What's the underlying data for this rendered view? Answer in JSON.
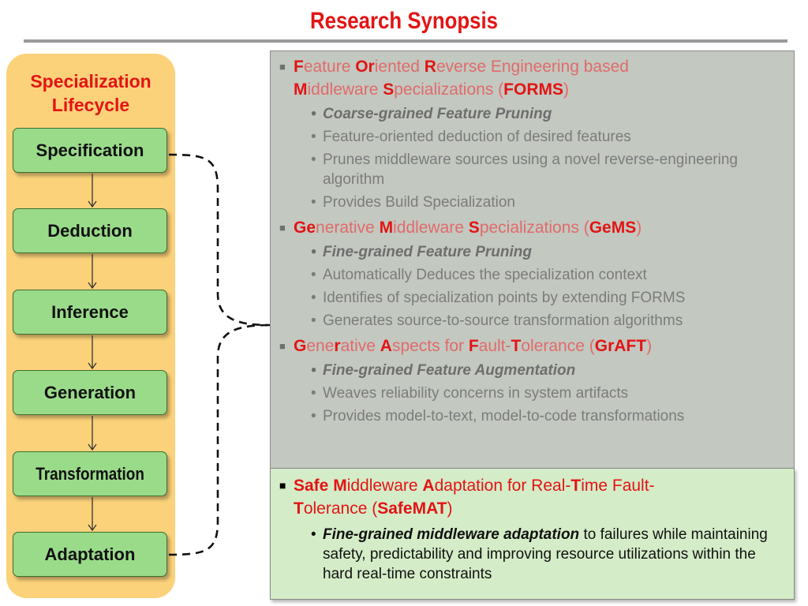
{
  "title": "Research Synopsis",
  "lifecycle": {
    "title_line1": "Specialization",
    "title_line2": "Lifecycle",
    "stages": [
      "Specification",
      "Deduction",
      "Inference",
      "Generation",
      "Transformation",
      "Adaptation"
    ]
  },
  "projects": [
    {
      "heading": [
        {
          "t": "F",
          "b": true
        },
        {
          "t": "eature ",
          "b": false
        },
        {
          "t": "Or",
          "b": true
        },
        {
          "t": "iented ",
          "b": false
        },
        {
          "t": "R",
          "b": true
        },
        {
          "t": "everse Engineering based",
          "b": false
        },
        {
          "br": true
        },
        {
          "t": "M",
          "b": true
        },
        {
          "t": "iddleware ",
          "b": false
        },
        {
          "t": "S",
          "b": true
        },
        {
          "t": "pecializations (",
          "b": false
        },
        {
          "t": "FORMS",
          "b": true
        },
        {
          "t": ")",
          "b": false
        }
      ],
      "items": [
        {
          "text": "Coarse-grained Feature Pruning",
          "emphasis": true
        },
        {
          "text": "Feature-oriented deduction of desired features",
          "emphasis": false
        },
        {
          "text": "Prunes middleware sources using a novel reverse-engineering algorithm",
          "emphasis": false
        },
        {
          "text": "Provides Build Specialization",
          "emphasis": false
        }
      ]
    },
    {
      "heading": [
        {
          "t": "Ge",
          "b": true
        },
        {
          "t": "nerative ",
          "b": false
        },
        {
          "t": "M",
          "b": true
        },
        {
          "t": "iddleware ",
          "b": false
        },
        {
          "t": "S",
          "b": true
        },
        {
          "t": "pecializations (",
          "b": false
        },
        {
          "t": "GeMS",
          "b": true
        },
        {
          "t": ")",
          "b": false
        }
      ],
      "items": [
        {
          "text": "Fine-grained Feature Pruning",
          "emphasis": true
        },
        {
          "text": "Automatically Deduces the specialization context",
          "emphasis": false
        },
        {
          "text": "Identifies of specialization points by extending FORMS",
          "emphasis": false
        },
        {
          "text": "Generates source-to-source transformation algorithms",
          "emphasis": false
        }
      ]
    },
    {
      "heading": [
        {
          "t": "G",
          "b": true
        },
        {
          "t": "ene",
          "b": false
        },
        {
          "t": "r",
          "b": true
        },
        {
          "t": "ative ",
          "b": false
        },
        {
          "t": "A",
          "b": true
        },
        {
          "t": "spects for ",
          "b": false
        },
        {
          "t": "F",
          "b": true
        },
        {
          "t": "ault-",
          "b": false
        },
        {
          "t": "T",
          "b": true
        },
        {
          "t": "olerance (",
          "b": false
        },
        {
          "t": "GrAFT",
          "b": true
        },
        {
          "t": ")",
          "b": false
        }
      ],
      "items": [
        {
          "text": "Fine-grained Feature Augmentation",
          "emphasis": true
        },
        {
          "text": "Weaves reliability concerns in system artifacts",
          "emphasis": false
        },
        {
          "text": "Provides model-to-text, model-to-code transformations",
          "emphasis": false
        }
      ]
    }
  ],
  "safemat": {
    "heading": [
      {
        "t": "Safe M",
        "b": true
      },
      {
        "t": "iddleware ",
        "b": false
      },
      {
        "t": "A",
        "b": true
      },
      {
        "t": "daptation for Real-",
        "b": false
      },
      {
        "t": "T",
        "b": true
      },
      {
        "t": "ime Fault-",
        "b": false
      },
      {
        "br": true
      },
      {
        "t": "T",
        "b": true
      },
      {
        "t": "olerance (",
        "b": false
      },
      {
        "t": "SafeMAT",
        "b": true
      },
      {
        "t": ")",
        "b": false
      }
    ],
    "item_emphasis": "Fine-grained  middleware adaptation",
    "item_rest": " to failures while maintaining safety, predictability and improving resource utilizations within the hard real-time constraints"
  },
  "colors": {
    "title_red": "#e31414",
    "stage_green": "#9adb8a",
    "lifecycle_orange": "#fbd27a",
    "gray_panel": "#c3c8c0",
    "green_panel": "#d4ecc7"
  }
}
